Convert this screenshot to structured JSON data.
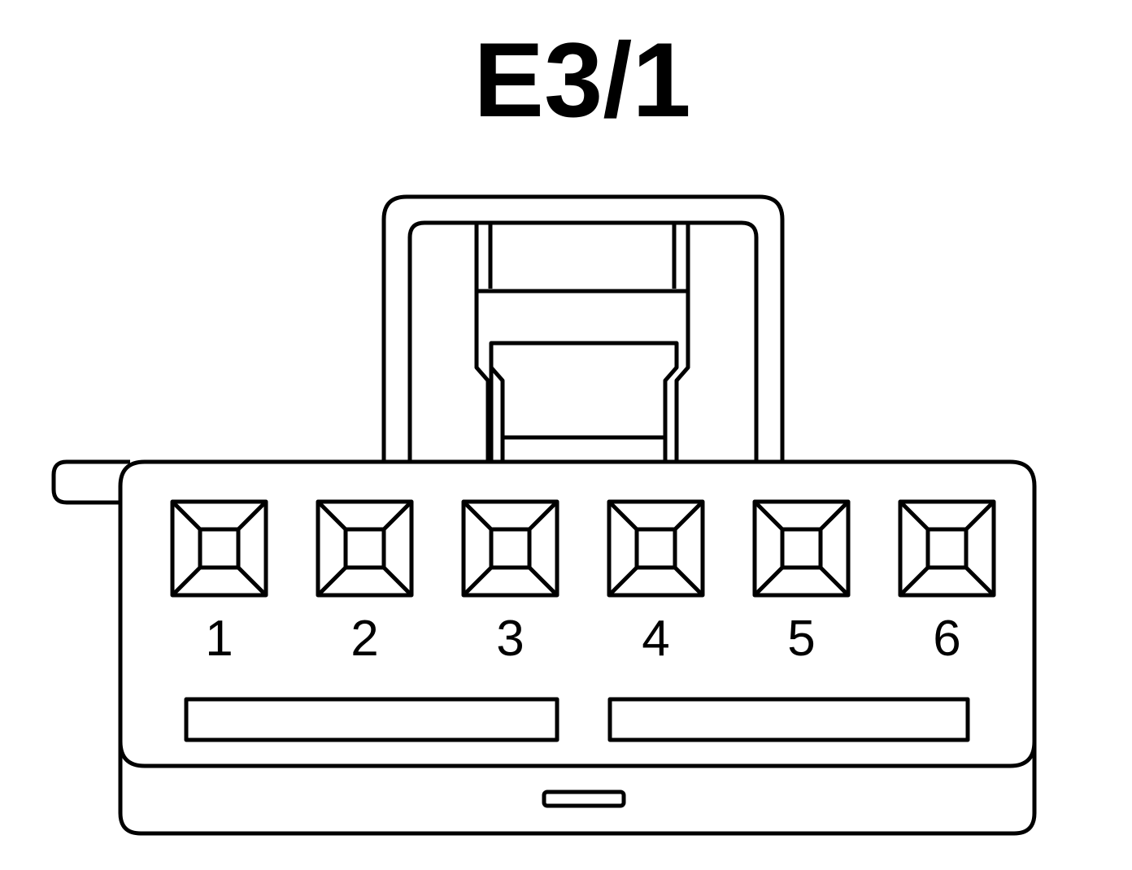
{
  "connector": {
    "title": "E3/1",
    "pin_count": 6,
    "pins": [
      {
        "number": "1"
      },
      {
        "number": "2"
      },
      {
        "number": "3"
      },
      {
        "number": "4"
      },
      {
        "number": "5"
      },
      {
        "number": "6"
      }
    ]
  }
}
